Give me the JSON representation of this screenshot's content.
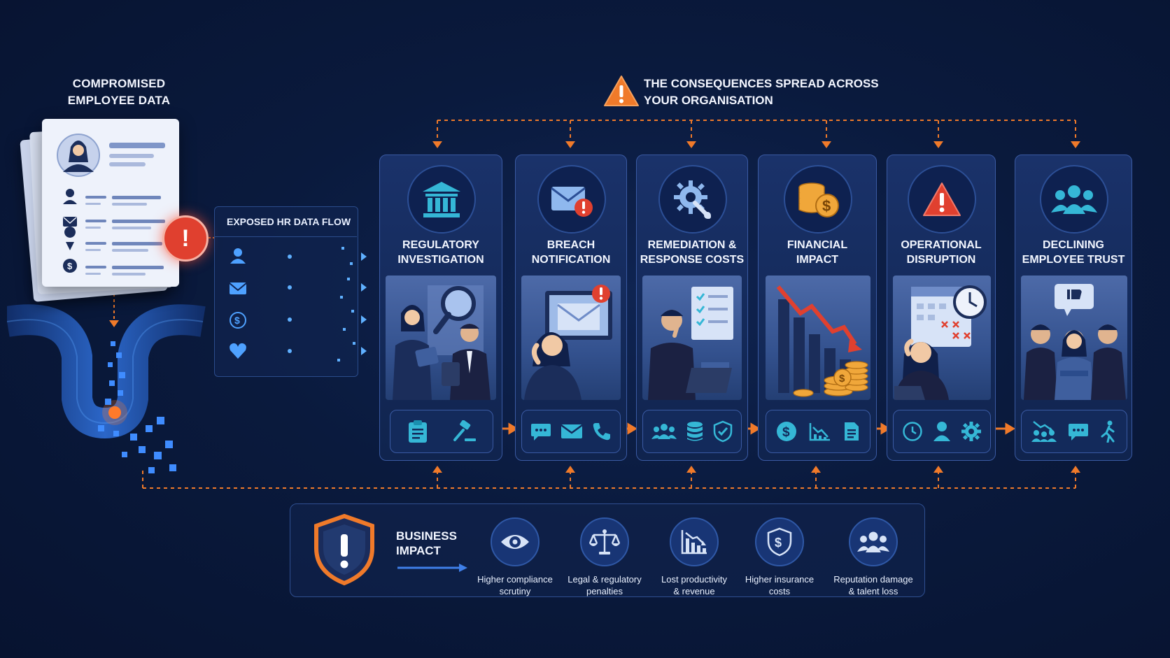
{
  "left_title": "COMPROMISED\nEMPLOYEE DATA",
  "top_title": "THE CONSEQUENCES SPREAD ACROSS\nYOUR ORGANISATION",
  "flow_panel_title": "EXPOSED HR DATA FLOW",
  "colors": {
    "accent_orange": "#f07a2a",
    "alert_red": "#e0402f",
    "card_border": "#3a5aa3",
    "icon_teal": "#35b7d6",
    "flow_blue": "#3f8cff"
  },
  "cards": [
    {
      "title": "REGULATORY\nINVESTIGATION",
      "icon": "bank-icon",
      "footer_icons": [
        "clipboard-icon",
        "gavel-icon"
      ]
    },
    {
      "title": "BREACH\nNOTIFICATION",
      "icon": "envelope-alert-icon",
      "footer_icons": [
        "chat-icon",
        "mail-icon",
        "phone-icon"
      ]
    },
    {
      "title": "REMEDIATION &\nRESPONSE COSTS",
      "icon": "gear-wrench-icon",
      "footer_icons": [
        "team-icon",
        "database-icon",
        "shield-check-icon"
      ]
    },
    {
      "title": "FINANCIAL\nIMPACT",
      "icon": "coins-icon",
      "footer_icons": [
        "dollar-icon",
        "chart-down-icon",
        "document-icon"
      ]
    },
    {
      "title": "OPERATIONAL\nDISRUPTION",
      "icon": "warning-icon",
      "footer_icons": [
        "clock-icon",
        "person-icon",
        "gear-icon"
      ]
    },
    {
      "title": "DECLINING\nEMPLOYEE TRUST",
      "icon": "group-icon",
      "footer_icons": [
        "group-down-icon",
        "chat-icon",
        "walking-icon"
      ]
    }
  ],
  "business_impact": {
    "label": "BUSINESS\nIMPACT",
    "items": [
      {
        "text": "Higher compliance\nscrutiny",
        "icon": "eye-icon"
      },
      {
        "text": "Legal & regulatory\npenalties",
        "icon": "scales-icon"
      },
      {
        "text": "Lost productivity\n& revenue",
        "icon": "chart-down-icon"
      },
      {
        "text": "Higher insurance\ncosts",
        "icon": "shield-dollar-icon"
      },
      {
        "text": "Reputation damage\n& talent loss",
        "icon": "group-icon"
      }
    ]
  }
}
